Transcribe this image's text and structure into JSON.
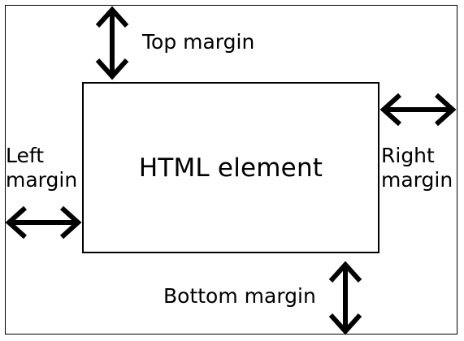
{
  "diagram": {
    "element_label": "HTML element",
    "margins": {
      "top": "Top margin",
      "bottom": "Bottom margin",
      "left": [
        "Left",
        "margin"
      ],
      "right": [
        "Right",
        "margin"
      ]
    }
  }
}
